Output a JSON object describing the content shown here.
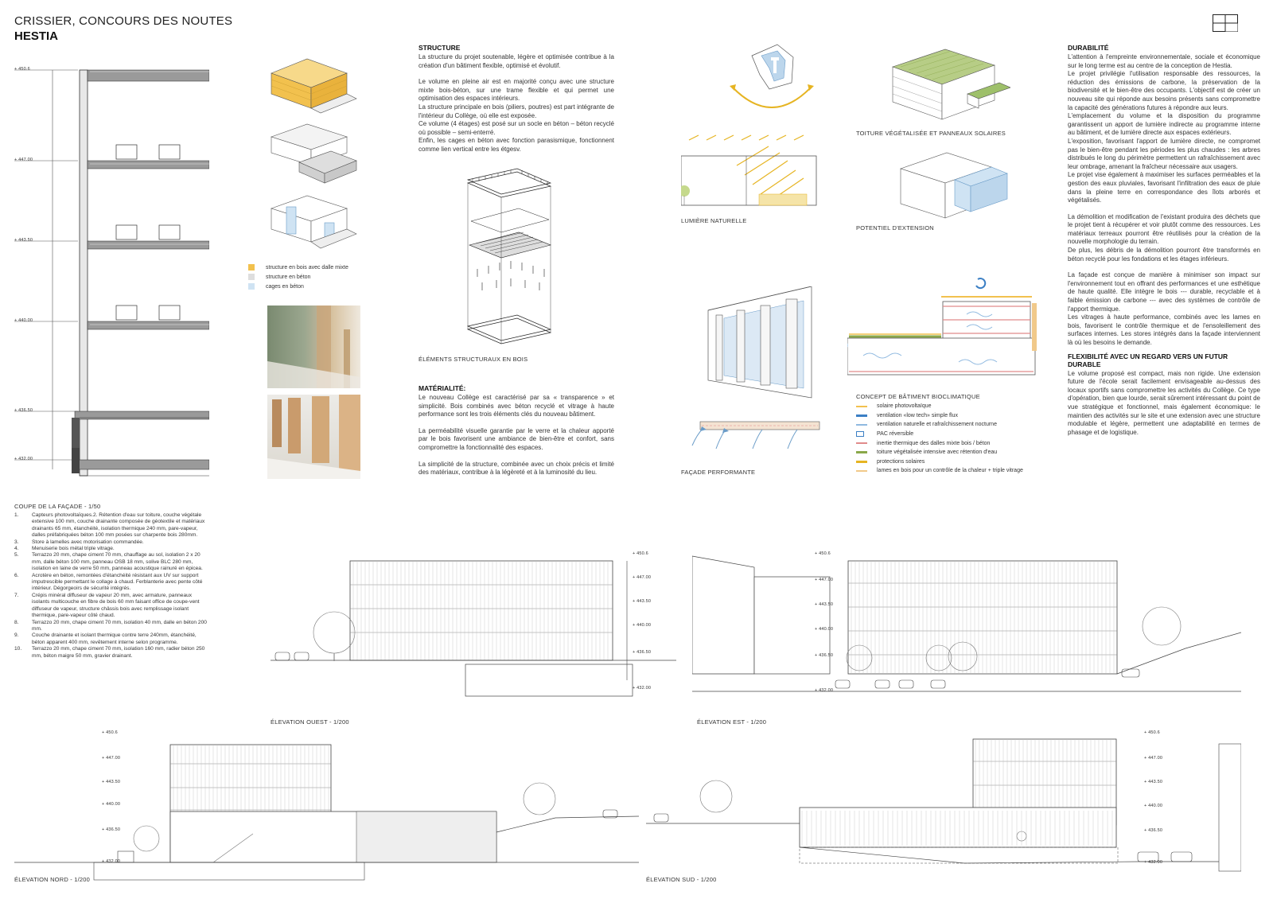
{
  "header": {
    "site": "CRISSIER, CONCOURS DES NOUTES",
    "project": "HESTIA"
  },
  "section": {
    "levels": [
      "+ 450.6",
      "+ 447.00",
      "+ 443.50",
      "+ 440.00",
      "+ 436.50",
      "+ 432.00"
    ],
    "title": "COUPE DE LA FAÇADE - 1/50",
    "notes": [
      {
        "n": "1.",
        "t": "Capteurs photovoltaïques.2. Rétention d'eau sur toiture, couche végétale extensive 100 mm, couche drainante composée de géotextile et matériaux drainants 65 mm, étanchéité, isolation thermique 240 mm, pare-vapeur, dalles préfabriquées béton 100 mm posées sur charpente bois 280mm."
      },
      {
        "n": "3.",
        "t": "Store à lamelles avec motorisation commandée."
      },
      {
        "n": "4.",
        "t": "Menuiserie bois métal triple vitrage."
      },
      {
        "n": "5.",
        "t": "Terrazzo 20 mm, chape ciment 70 mm, chauffage au sol, isolation 2 x 20 mm, dalle béton 100 mm, panneau OSB 18 mm, solive BLC 280 mm, isolation en laine de verre 50 mm, panneau acoustique rainuré en épicea."
      },
      {
        "n": "6.",
        "t": "Acrotère en béton, remontées d'étanchéité résistant aux UV sur support imputrescible permettant le collage à chaud. Ferblanterie avec pente côté intérieur. Dégorgeoirs de sécurité intégrés."
      },
      {
        "n": "7.",
        "t": "Crépis minéral diffuseur de vapeur 20 mm, avec armature, panneaux isolants multicouche en fibre de bois 60 mm faisant office de coupe-vent diffuseur de vapeur, structure châssis bois avec remplissage isolant thermique, pare-vapeur côté chaud."
      },
      {
        "n": "8.",
        "t": "Terrazzo 20 mm, chape ciment 70 mm, isolation 40 mm, dalle en béton 200 mm."
      },
      {
        "n": "9.",
        "t": "Couche drainante et isolant thermique contre terre 240mm, étanchéité, béton apparent 400 mm, revêtement interne selon programme."
      },
      {
        "n": "10.",
        "t": "Terrazzo 20 mm, chape ciment 70 mm, isolation 160 mm, radier béton 250 mm, béton maigre 50 mm, gravier drainant."
      }
    ]
  },
  "axo_legend": [
    {
      "label": "structure en bois avec dalle mixte",
      "color": "#f2c14e"
    },
    {
      "label": "structure en béton",
      "color": "#dedede"
    },
    {
      "label": "cages en béton",
      "color": "#cfe3f3"
    }
  ],
  "structure": {
    "title": "STRUCTURE",
    "paragraphs": [
      "La structure du projet soutenable, légère et optimisée contribue à la création d'un bâtiment flexible, optimisé et évolutif.",
      "Le volume en pleine air est en majorité conçu avec une structure mixte bois-béton, sur une trame flexible et qui permet une optimisation des espaces intérieurs.\nLa structure principale en bois (piliers, poutres) est part intégrante de l'intérieur du Collège, où elle est exposée.\nCe volume (4 étages) est posé sur un socle en béton – béton recyclé où possible – semi-enterré.\nEnfin, les cages en béton avec fonction parasismique, fonctionnent comme lien vertical entre les étgesv."
    ],
    "caption": "ÉLÉMENTS STRUCTURAUX EN BOIS"
  },
  "materialite": {
    "title": "MATÉRIALITÉ:",
    "paragraphs": [
      "Le nouveau Collège est caractérisé par sa « transparence » et simplicité. Bois combinés avec béton recyclé et vitrage à haute performance sont les trois éléments clés du nouveau bâtiment.",
      "La perméabilité visuelle garantie par le verre et la chaleur apporté par le bois favorisent une ambiance de bien-être et confort, sans compromettre la fonctionnalité des espaces.",
      "La simplicité de la structure, combinée avec un choix précis et limité des matériaux, contribue à la légèreté et à la luminosité du lieu."
    ]
  },
  "diagrams": {
    "lumiere": "LUMIÈRE NATURELLE",
    "toiture": "TOITURE VÉGÉTALISÉE ET PANNEAUX SOLAIRES",
    "extension": "POTENTIEL D'EXTENSION",
    "facade": "FAÇADE PERFORMANTE",
    "bio_title": "CONCEPT DE BÂTIMENT BIOCLIMATIQUE"
  },
  "bio_legend": [
    {
      "label": "solaire photovoltaïque",
      "color": "#f2c14e",
      "style": "line"
    },
    {
      "label": "ventilation «low tech» simple flux",
      "color": "#3b7fc4",
      "style": "arrow"
    },
    {
      "label": "ventilation naturelle et rafraîchissement nocturne",
      "color": "#8fb9e0",
      "style": "wave"
    },
    {
      "label": "PAC réversible",
      "color": "#3b7fc4",
      "style": "box"
    },
    {
      "label": "inertie thermique des dalles mixte bois / béton",
      "color": "#e08a8a",
      "style": "line"
    },
    {
      "label": "toiture végétalisée intensive avec rétention d'eau",
      "color": "#8aa84a",
      "style": "line"
    },
    {
      "label": "protections solaires",
      "color": "#e6b422",
      "style": "line"
    },
    {
      "label": "lames en bois pour un contrôle de la chaleur + triple vitrage",
      "color": "#f1c98a",
      "style": "line"
    }
  ],
  "durabilite": {
    "title": "DURABILITÉ",
    "paragraphs": [
      "L'attention à l'empreinte environnementale, sociale et économique sur le long terme est au centre de la conception de Hestia.\nLe projet privilégie l'utilisation responsable des ressources, la réduction des émissions de carbone, la préservation de la biodiversité et le bien-être des occupants. L'objectif est de créer un nouveau site qui réponde aux besoins présents sans compromettre la capacité des générations futures à répondre aux leurs.\nL'emplacement du volume et la disposition du programme garantissent un apport de lumière indirecte au programme interne au bâtiment, et de lumière directe aux espaces extérieurs.\nL'exposition, favorisant l'apport de lumière directe, ne compromet pas le bien-être pendant les périodes les plus chaudes : les arbres distribués le long du périmètre permettent un rafraîchissement avec leur ombrage, amenant la fraîcheur nécessaire aux usagers.\nLe projet vise également à maximiser les surfaces perméables et la gestion des eaux pluviales, favorisant l'infiltration des eaux de pluie dans la pleine terre en correspondance des îlots arborés et végétalisés.",
      "La démolition et modification de l'existant produira des déchets que le projet tient à récupérer et voir plutôt comme des ressources. Les matériaux terreaux pourront être réutilisés pour la création de la nouvelle morphologie du terrain.\nDe plus, les débris de la démolition pourront être transformés en béton recyclé pour les fondations et les étages inférieurs.",
      "La façade est conçue de manière à minimiser son impact sur l'environnement tout en offrant des performances et une esthétique de haute qualité. Elle intègre le bois --- durable, recyclable et à faible émission de carbone --- avec des systèmes de contrôle de l'apport thermique.\nLes vitrages à haute performance, combinés avec les lames en bois, favorisent le contrôle thermique et de l'ensoleillement des surfaces internes. Les stores intégrés dans la façade interviennent là où les besoins le demande."
    ]
  },
  "flexibilite": {
    "title": "FLEXIBILITÉ AVEC UN REGARD VERS UN FUTUR DURABLE",
    "paragraphs": [
      "Le volume proposé est compact, mais non rigide. Une extension future de l'école serait facilement envisageable au-dessus des locaux sportifs sans compromettre les activités du Collège. Ce type d'opération, bien que lourde, serait sûrement intéressant du point de vue stratégique et fonctionnel, mais également économique: le maintien des activités sur le site et une extension avec une structure modulable et légère, permettent une adaptabilité en termes de phasage et de logistique."
    ]
  },
  "elevations": {
    "ouest": "ÉLEVATION OUEST - 1/200",
    "est": "ÉLEVATION EST - 1/200",
    "nord": "ÉLEVATION NORD - 1/200",
    "sud": "ÉLEVATION SUD - 1/200",
    "levels": [
      "+ 450.6",
      "+ 447.00",
      "+ 443.50",
      "+ 440.00",
      "+ 436.50",
      "+ 432.00"
    ]
  }
}
